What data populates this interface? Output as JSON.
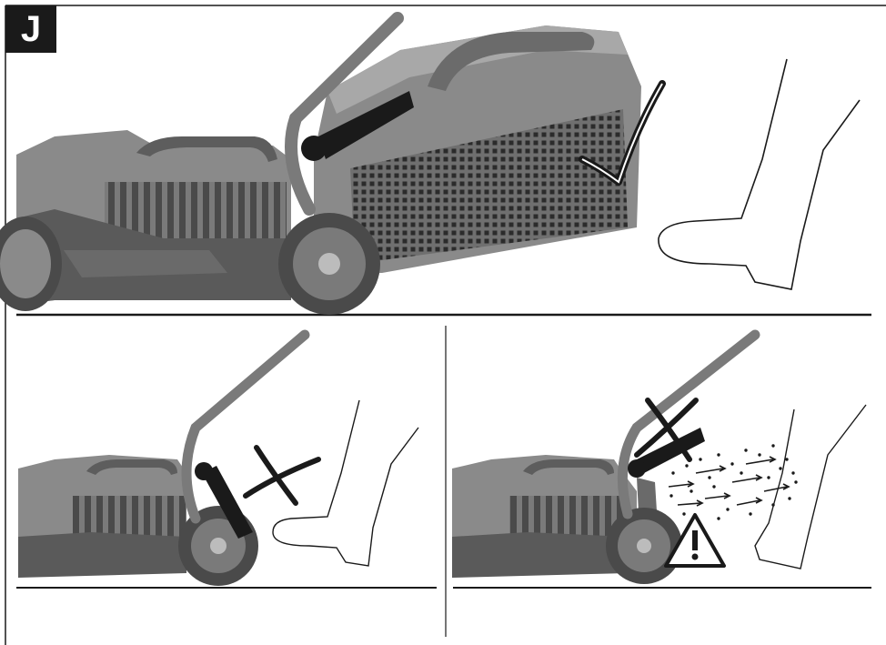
{
  "figure": {
    "label": "J",
    "panels": [
      {
        "id": "top",
        "status": "correct",
        "symbol": "check-mark"
      },
      {
        "id": "bottom-left",
        "status": "incorrect",
        "symbol": "cross-mark"
      },
      {
        "id": "bottom-right",
        "status": "incorrect",
        "symbol": "cross-mark",
        "warning": "warning-triangle-icon"
      }
    ]
  },
  "colors": {
    "mower_body": "#8a8a8a",
    "mower_dark": "#5a5a5a",
    "mower_light": "#a8a8a8",
    "grass_box": "#7c7c7c",
    "line": "#1a1a1a",
    "background": "#ffffff"
  }
}
